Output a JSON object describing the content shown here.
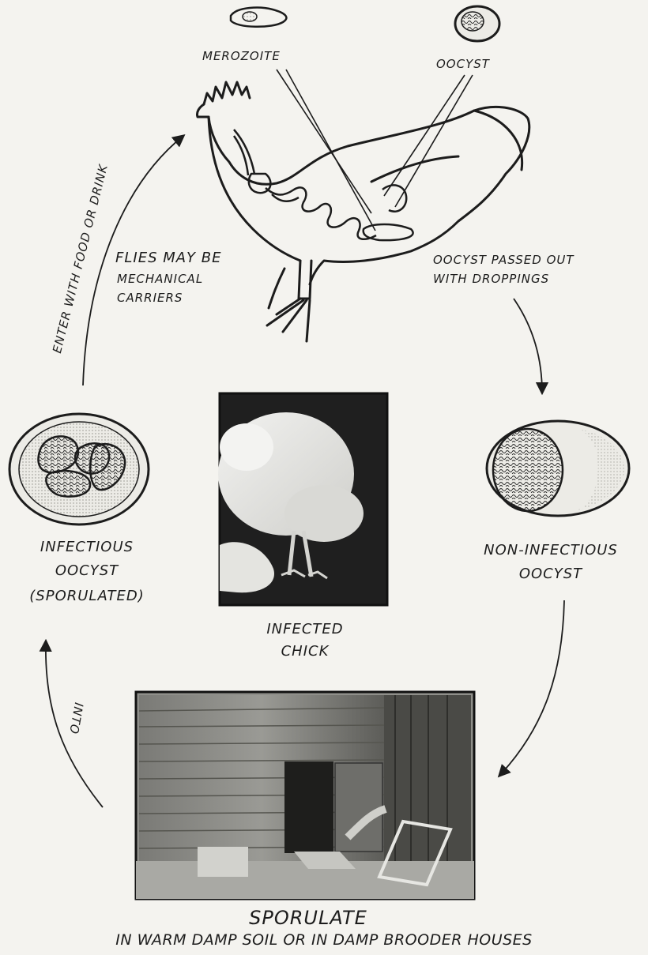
{
  "labels": {
    "merozoite": "MEROZOITE",
    "oocyst_top": "OOCYST",
    "flies_1": "FLIES MAY BE",
    "flies_2": "MECHANICAL",
    "flies_3": "CARRIERS",
    "passed_1": "OOCYST PASSED OUT",
    "passed_2": "WITH DROPPINGS",
    "enter": "ENTER WITH FOOD OR DRINK",
    "infectious_1": "INFECTIOUS",
    "infectious_2": "OOCYST",
    "infectious_3": "(SPORULATED)",
    "noninfectious_1": "NON-INFECTIOUS",
    "noninfectious_2": "OOCYST",
    "chick_1": "INFECTED",
    "chick_2": "CHICK",
    "into": "INTO",
    "sporulate": "SPORULATE",
    "bottom_line": "IN WARM DAMP SOIL OR IN DAMP BROODER HOUSES"
  },
  "colors": {
    "ink": "#1c1c1c",
    "paper": "#f4f3ef",
    "stipple": "#b9b8b2",
    "photo_dark": "#2a2a2a"
  }
}
